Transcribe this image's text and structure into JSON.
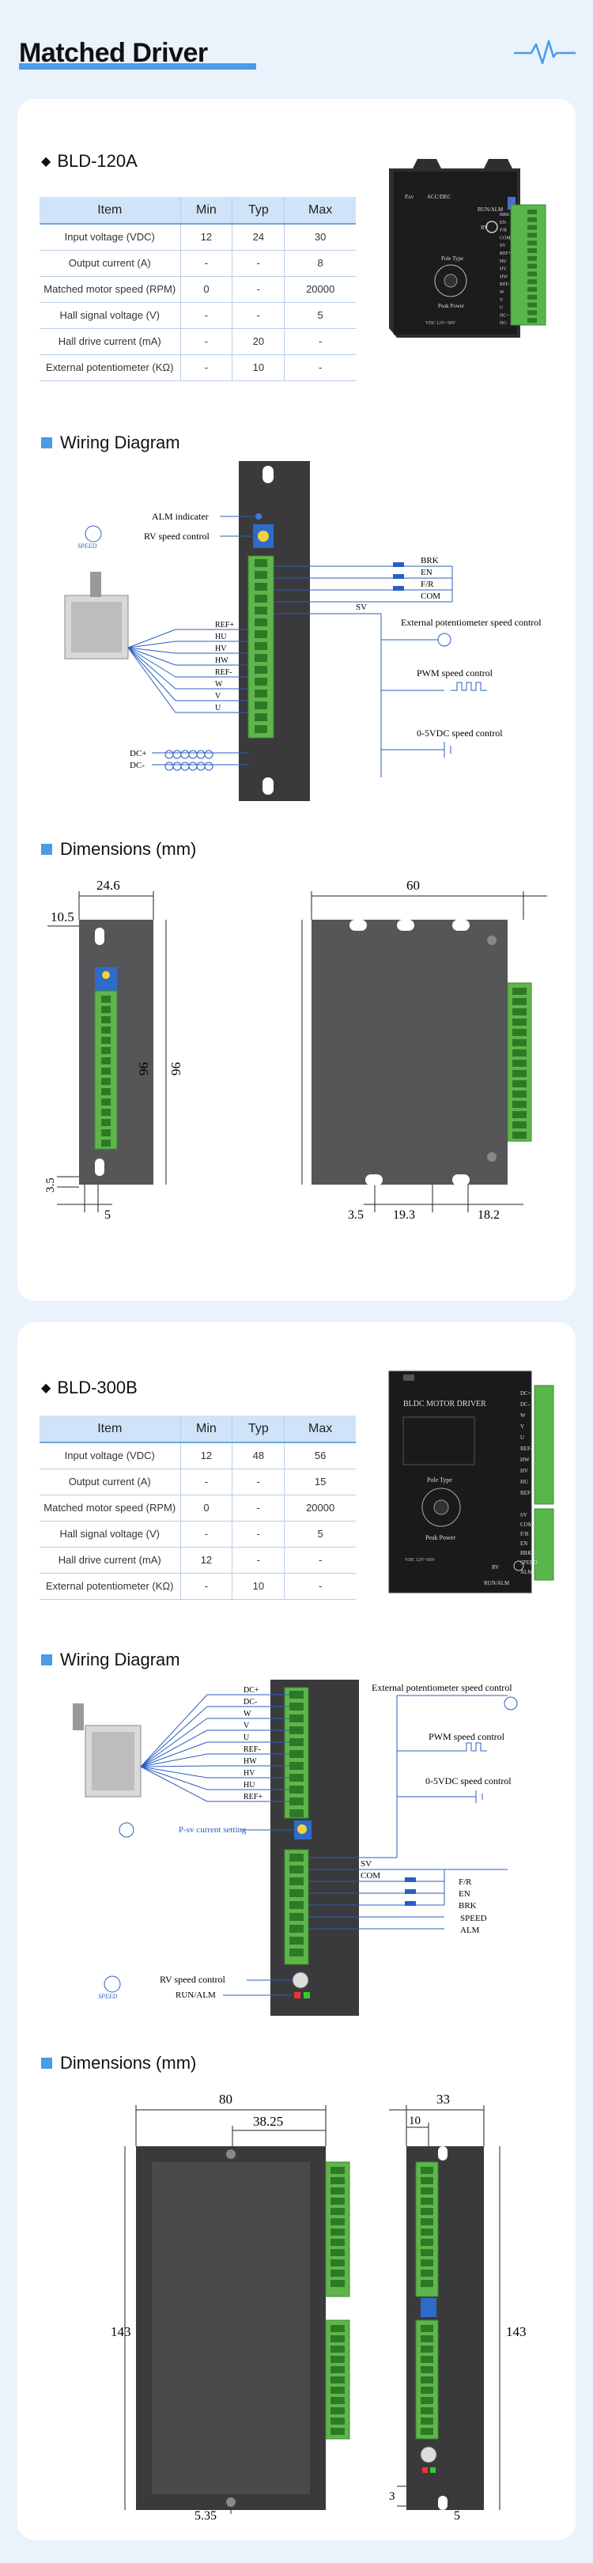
{
  "page": {
    "title": "Matched Driver"
  },
  "table_headers": [
    "Item",
    "Min",
    "Typ",
    "Max"
  ],
  "section_titles": {
    "wiring": "Wiring Diagram",
    "dimensions": "Dimensions (mm)"
  },
  "bld120": {
    "model": "BLD-120A",
    "rows": [
      [
        "Input voltage (VDC)",
        "12",
        "24",
        "30"
      ],
      [
        "Output current (A)",
        "-",
        "-",
        "8"
      ],
      [
        "Matched motor speed (RPM)",
        "0",
        "-",
        "20000"
      ],
      [
        "Hall signal voltage (V)",
        "-",
        "-",
        "5"
      ],
      [
        "Hall drive current (mA)",
        "-",
        "20",
        "-"
      ],
      [
        "External potentiometer (KΩ)",
        "-",
        "10",
        "-"
      ]
    ],
    "photo_labels": {
      "top_left": "P.sv",
      "top_mid": "ACC/DEC",
      "run_alm": "RUN/ALM",
      "rv": "RV",
      "pole_type": "Pole Type",
      "peak_power": "Peak Power",
      "foot": "VDC 12V~30V",
      "terms": [
        "BRK",
        "EN",
        "F/R",
        "COM",
        "SV",
        "REF+",
        "HU",
        "HV",
        "HW",
        "REF-",
        "W",
        "V",
        "U",
        "DC+",
        "DC-"
      ]
    },
    "wiring": {
      "alm_indicator": "ALM indicater",
      "rv_speed": "RV speed control",
      "speed_label": "SPEED",
      "brk": "BRK",
      "en": "EN",
      "fr": "F/R",
      "com": "COM",
      "sv": "SV",
      "ext_pot": "External potentiometer speed control",
      "pwm": "PWM speed control",
      "v05": "0-5VDC speed control",
      "motor_terms": [
        "REF+",
        "HU",
        "HV",
        "HW",
        "REF-",
        "W",
        "V",
        "U"
      ],
      "dc_plus": "DC+",
      "dc_minus": "DC-"
    },
    "dims": {
      "w1": "24.6",
      "w2": "10.5",
      "h1": "96",
      "h2": "96",
      "b1": "3.5",
      "b2": "5",
      "top": "60",
      "b3": "3.5",
      "b4": "19.3",
      "b5": "18.2"
    }
  },
  "bld300": {
    "model": "BLD-300B",
    "rows": [
      [
        "Input voltage (VDC)",
        "12",
        "48",
        "56"
      ],
      [
        "Output current (A)",
        "-",
        "-",
        "15"
      ],
      [
        "Matched motor speed (RPM)",
        "0",
        "-",
        "20000"
      ],
      [
        "Hall signal voltage (V)",
        "-",
        "-",
        "5"
      ],
      [
        "Hall drive current (mA)",
        "12",
        "-",
        "-"
      ],
      [
        "External potentiometer (KΩ)",
        "-",
        "10",
        "-"
      ]
    ],
    "photo_labels": {
      "brand": "BLDC MOTOR DRIVER",
      "pole_type": "Pole Type",
      "peak_power": "Peak Power",
      "foot": "VDC 12V~56V",
      "terms_top": [
        "DC+",
        "DC-",
        "W",
        "V",
        "U",
        "REF-",
        "HW",
        "HV",
        "HU",
        "REF+"
      ],
      "terms_bot": [
        "SV",
        "COM",
        "F/R",
        "EN",
        "BRK",
        "SPEED",
        "ALM"
      ],
      "rv": "RV",
      "run_alm": "RUN/ALM"
    },
    "wiring": {
      "motor_terms": [
        "DC+",
        "DC-",
        "W",
        "V",
        "U",
        "REF-",
        "HW",
        "HV",
        "HU",
        "REF+"
      ],
      "ext_pot": "External potentiometer speed control",
      "pwm": "PWM speed control",
      "v05": "0-5VDC speed control",
      "psv": "P-sv current setting",
      "sv": "SV",
      "com": "COM",
      "fr": "F/R",
      "en": "EN",
      "brk": "BRK",
      "speed": "SPEED",
      "alm": "ALM",
      "rv_speed": "RV speed control",
      "run_alm": "RUN/ALM",
      "speed_label": "SPEED"
    },
    "dims": {
      "w1": "80",
      "w2": "38.25",
      "h1": "143",
      "b1": "5.35",
      "top": "33",
      "t2": "10",
      "h2": "143",
      "b2": "3",
      "b3": "5"
    }
  }
}
